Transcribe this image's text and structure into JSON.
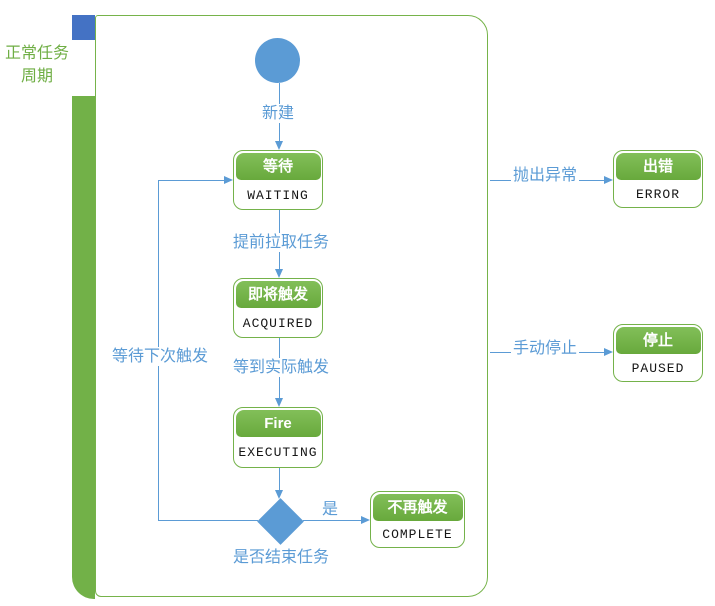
{
  "colors": {
    "container_green": "#76b34a",
    "state_header_green": "#6fae44",
    "connector_blue": "#5b9bd5",
    "lane_tab_blue": "#4472c4"
  },
  "lane": {
    "title_line1": "正常任务",
    "title_line2": "周期"
  },
  "states": [
    {
      "zh": "等待",
      "en": "WAITING"
    },
    {
      "zh": "即将触发",
      "en": "ACQUIRED"
    },
    {
      "zh": "Fire",
      "en": "EXECUTING"
    },
    {
      "zh": "不再触发",
      "en": "COMPLETE"
    },
    {
      "zh": "出错",
      "en": "ERROR"
    },
    {
      "zh": "停止",
      "en": "PAUSED"
    }
  ],
  "decision": {
    "label": "是否结束任务"
  },
  "edge_labels": {
    "create": "新建",
    "prefetch": "提前拉取任务",
    "actual_trigger": "等到实际触发",
    "wait_next_trigger": "等待下次触发",
    "yes": "是",
    "throw_exception": "抛出异常",
    "manual_stop": "手动停止"
  }
}
